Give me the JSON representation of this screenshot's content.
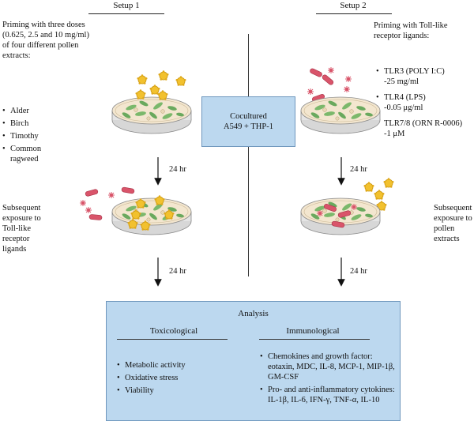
{
  "header": {
    "setup1": "Setup 1",
    "setup2": "Setup 2"
  },
  "left": {
    "priming": "Priming with three doses (0.625, 2.5 and 10 mg/ml) of four different pollen extracts:",
    "pollens": [
      "Alder",
      "Birch",
      "Timothy",
      "Common ragweed"
    ],
    "step1": "24 hr",
    "subsequent": "Subsequent exposure to Toll-like receptor ligands",
    "step2": "24 hr"
  },
  "right": {
    "priming": "Priming with Toll-like receptor ligands:",
    "ligands": [
      {
        "name": "TLR3 (POLY I:C)",
        "dose": "-25 mg/ml"
      },
      {
        "name": "TLR4 (LPS)",
        "dose": "-0.05 μg/ml"
      },
      {
        "name": "TLR7/8 (ORN R-0006)",
        "dose": "-1 μM"
      }
    ],
    "step1": "24 hr",
    "subsequent": "Subsequent exposure to pollen extracts",
    "step2": "24 hr"
  },
  "center": {
    "line1": "Cocultured",
    "line2": "A549 + THP-1"
  },
  "analysis": {
    "title": "Analysis",
    "toxicological": {
      "heading": "Toxicological",
      "items": [
        "Metabolic activity",
        "Oxidative stress",
        "Viability"
      ]
    },
    "immunological": {
      "heading": "Immunological",
      "items": [
        "Chemokines and growth factor: eotaxin, MDC, IL-8, MCP-1, MIP-1β, GM-CSF",
        "Pro- and anti-inflammatory cytokines: IL-1β, IL-6, IFN-γ, TNF-α, IL-10"
      ]
    }
  },
  "colors": {
    "box_fill": "#bcd8ef",
    "box_border": "#6f97bd",
    "pollen": "#f2c12e",
    "ligand": "#d9546a",
    "cell": "#7bb86b",
    "dish_medium": "#f3e6cf"
  }
}
